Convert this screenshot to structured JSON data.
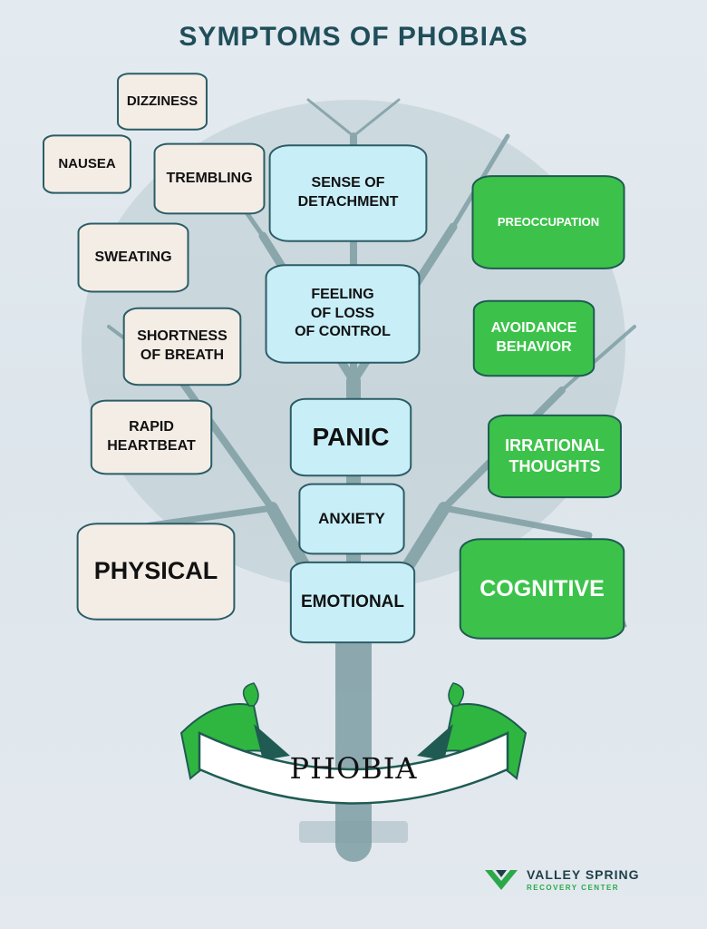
{
  "title": "SYMPTOMS OF PHOBIAS",
  "colors": {
    "title": "#1f4e5a",
    "physical_fill": "#f4ede6",
    "emotional_fill": "#c8eef8",
    "cognitive_fill": "#3cc24a",
    "border": "#2b5d66",
    "tree": "#7e9ea4",
    "banner_green": "#2fb640",
    "banner_dark": "#1f5b52"
  },
  "physical": {
    "heading": "PHYSICAL",
    "items": {
      "dizziness": "DIZZINESS",
      "nausea": "NAUSEA",
      "trembling": "TREMBLING",
      "sweating": "SWEATING",
      "shortness": "SHORTNESS\nOF BREATH",
      "heartbeat": "RAPID\nHEARTBEAT"
    }
  },
  "emotional": {
    "heading": "EMOTIONAL",
    "items": {
      "detachment": "SENSE OF\nDETACHMENT",
      "loss_of_control": "FEELING\nOF LOSS\nOF CONTROL",
      "panic": "PANIC",
      "anxiety": "ANXIETY"
    }
  },
  "cognitive": {
    "heading": "COGNITIVE",
    "items": {
      "preoccupation": "PREOCCUPATION",
      "avoidance": "AVOIDANCE\nBEHAVIOR",
      "irrational": "IRRATIONAL\nTHOUGHTS"
    }
  },
  "banner": "PHOBIA",
  "logo": {
    "name": "VALLEY SPRING",
    "sub": "RECOVERY CENTER",
    "icon": "valley-spring-logo-icon"
  }
}
